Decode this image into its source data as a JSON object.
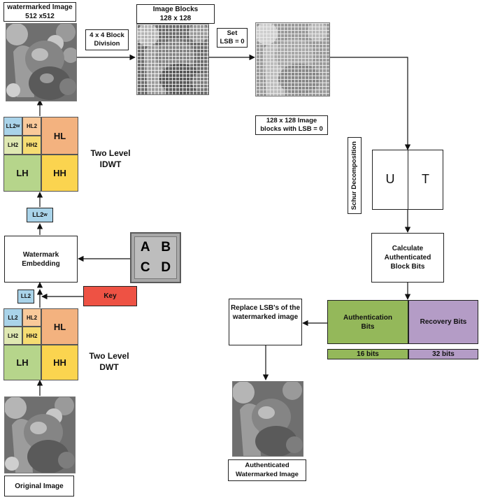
{
  "watermarked": {
    "title": "watermarked Image",
    "size": "512 x512"
  },
  "block_division": {
    "label": "4 x 4 Block Division"
  },
  "image_blocks": {
    "title": "Image Blocks",
    "size": "128 x 128"
  },
  "set_lsb": {
    "line1": "Set",
    "line2": "LSB = 0"
  },
  "lsb_blocks": {
    "line1": "128 x 128 Image",
    "line2": "blocks with LSB = 0"
  },
  "schur": {
    "label": "Schur Decomposition",
    "u": "U",
    "t": "T"
  },
  "calc_bits": {
    "label": "Calculate Authenticated Block Bits"
  },
  "auth_bits": {
    "label": "Authentication Bits",
    "bits": "16 bits",
    "color": "#94b85a"
  },
  "recovery_bits": {
    "label": "Recovery Bits",
    "bits": "32 bits",
    "color": "#b49cc6"
  },
  "replace_lsb": {
    "label": "Replace LSB's of the watermarked image"
  },
  "authenticated": {
    "label": "Authenticated Watermarked Image"
  },
  "idwt": {
    "ll2w": "LL2",
    "ll2w_sup": "w",
    "hl2": "HL2",
    "lh2": "LH2",
    "hh2": "HH2",
    "hl": "HL",
    "lh": "LH",
    "hh": "HH",
    "caption_line1": "Two Level",
    "caption_line2": "IDWT"
  },
  "ll2w_box": {
    "label": "LL2",
    "sup": "w"
  },
  "embedding": {
    "label": "Watermark Embedding"
  },
  "abcd": {
    "a": "A",
    "b": "B",
    "c": "C",
    "d": "D"
  },
  "key": {
    "label": "Key",
    "color": "#ee5244"
  },
  "ll2_box": {
    "label": "LL2"
  },
  "dwt": {
    "ll2": "LL2",
    "hl2": "HL2",
    "lh2": "LH2",
    "hh2": "HH2",
    "hl": "HL",
    "lh": "LH",
    "hh": "HH",
    "caption_line1": "Two Level",
    "caption_line2": "DWT"
  },
  "original": {
    "label": "Original Image"
  }
}
